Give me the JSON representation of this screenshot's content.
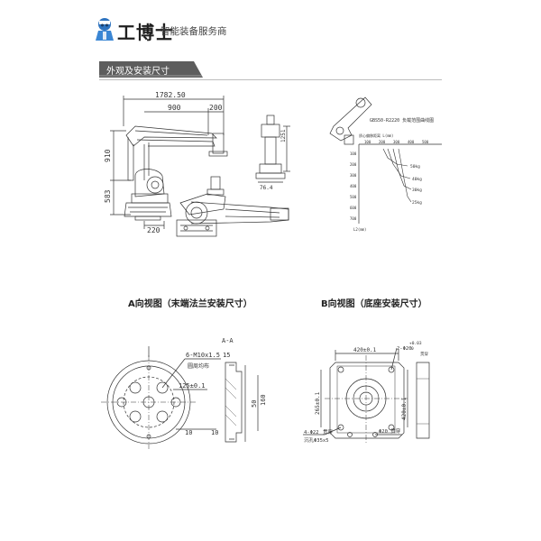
{
  "header": {
    "logo_name": "工博士",
    "slogan": "智能装备服务商",
    "section_title": "外观及安装尺寸"
  },
  "dimensions": {
    "overall_width": "1782.50",
    "upper_left": "900",
    "upper_right": "200",
    "height_upper": "910",
    "height_lower": "583",
    "base_width": "220",
    "side_height": "1251",
    "side_width": "76.4"
  },
  "load_chart": {
    "title": "GBS50-R2220 负载范围曲线图",
    "x_axis_label": "质心偏移距离 L(mm)",
    "x_ticks": [
      "100",
      "200",
      "300",
      "400",
      "500"
    ],
    "y_ticks": [
      "100",
      "200",
      "300",
      "400",
      "500",
      "600",
      "700"
    ],
    "y_axis_label": "L2(mm)",
    "curves": [
      "50kg",
      "40kg",
      "30kg",
      "25kg"
    ]
  },
  "views": {
    "a_caption": "A向视图（末端法兰安装尺寸）",
    "b_caption": "B向视图（底座安装尺寸）",
    "a_section": "A-A",
    "a_thread": "6-M10x1.5",
    "a_depth": "15",
    "a_note": "圆周均布",
    "a_pcd": "125±0.1",
    "a_pin": "10",
    "a_depth2": "10",
    "a_dia1": "50",
    "a_dia2": "160",
    "b_width": "420±0.1",
    "b_height": "265±0.1",
    "b_height2": "420±0.1",
    "b_hole": "2-Φ20",
    "b_tol": "+0.03",
    "b_tol0": "0",
    "b_through": "贯穿",
    "b_holes4": "4-Φ22",
    "b_through2": "贯穿",
    "b_counter": "沉孔Φ35x5",
    "b_dia": "Φ20 贯穿"
  }
}
